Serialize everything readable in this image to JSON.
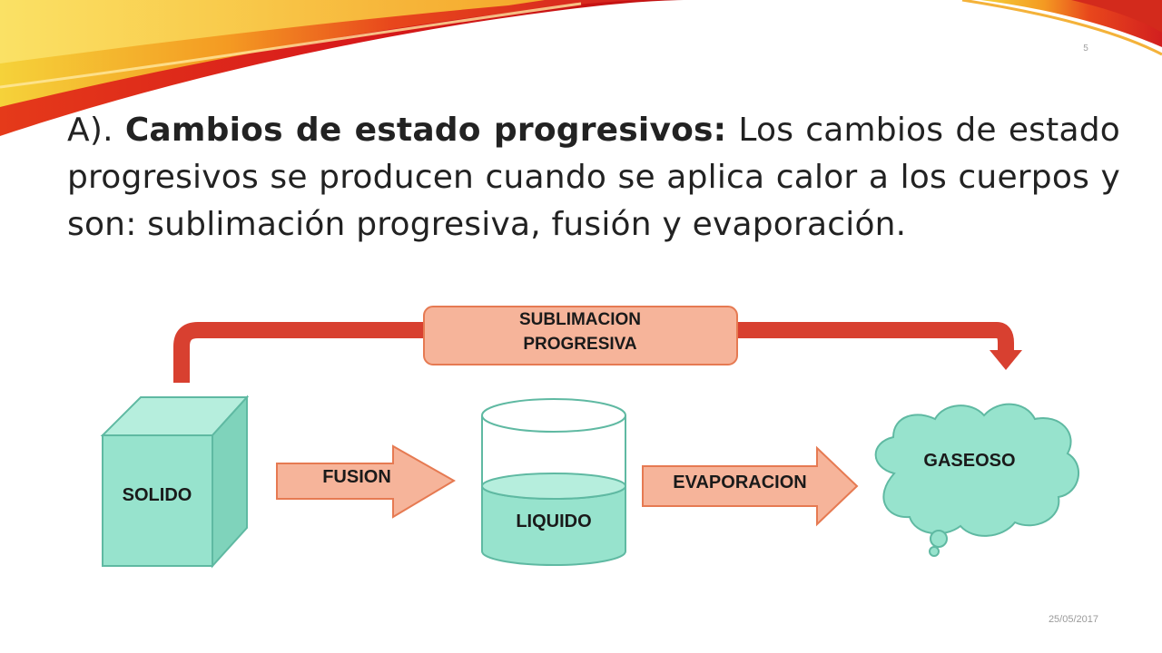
{
  "slide": {
    "number": "5",
    "date": "25/05/2017"
  },
  "text": {
    "prefix": "A). ",
    "bold": "Cambios de estado progresivos:",
    "rest": " Los cambios de estado progresivos se producen cuando se aplica calor a los cuerpos y son: sublimación progresiva, fusión y evaporación."
  },
  "diagram": {
    "sublimation_line1": "SUBLIMACION",
    "sublimation_line2": "PROGRESIVA",
    "solid": "SOLIDO",
    "fusion": "FUSION",
    "liquid": "LIQUIDO",
    "evaporation": "EVAPORACION",
    "gas": "GASEOSO"
  },
  "colors": {
    "teal_fill": "#97e3cd",
    "teal_edge": "#5fb9a2",
    "salmon_fill": "#f6b49a",
    "salmon_edge": "#e67a52",
    "red_arrow": "#d84030"
  }
}
